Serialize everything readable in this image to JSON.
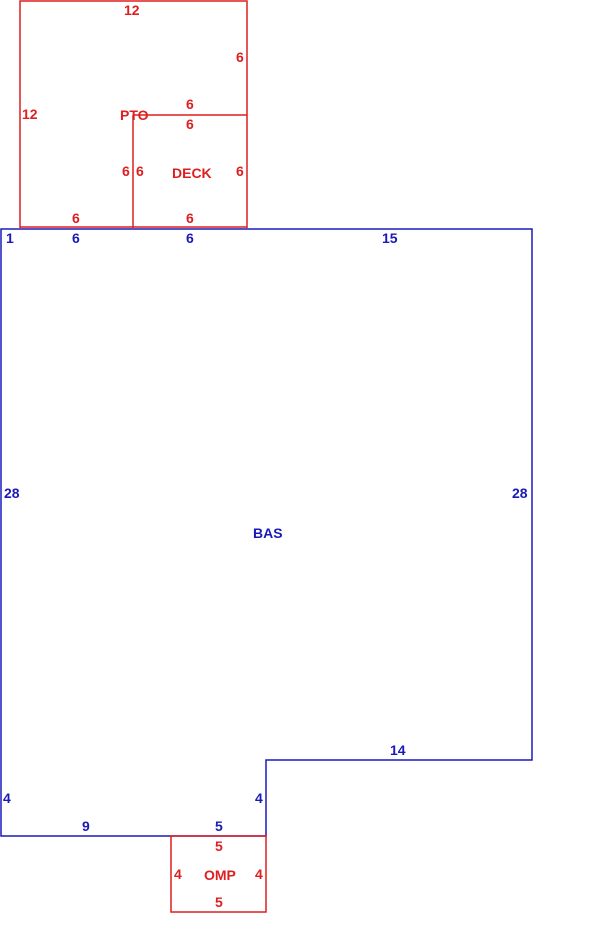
{
  "colors": {
    "bas": "#1a1ab8",
    "addon": "#dd1f1f"
  },
  "areas": {
    "pto": {
      "label": "PTO"
    },
    "deck": {
      "label": "DECK"
    },
    "bas": {
      "label": "BAS"
    },
    "omp": {
      "label": "OMP"
    }
  },
  "dims": {
    "pto_top": "12",
    "pto_left": "12",
    "pto_right_upper": "6",
    "pto_bottom": "6",
    "pto_inner_right": "6",
    "deck_top_upper": "6",
    "deck_top_lower": "6",
    "deck_left": "6",
    "deck_right": "6",
    "deck_bottom": "6",
    "bas_top_left": "1",
    "bas_top_a": "6",
    "bas_top_b": "6",
    "bas_top_c": "15",
    "bas_left": "28",
    "bas_right": "28",
    "bas_step_top": "14",
    "bas_step_vert": "4",
    "bas_left_lower": "4",
    "bas_bottom_left": "9",
    "bas_bottom_mid": "5",
    "omp_top": "5",
    "omp_left": "4",
    "omp_right": "4",
    "omp_bottom": "5"
  }
}
